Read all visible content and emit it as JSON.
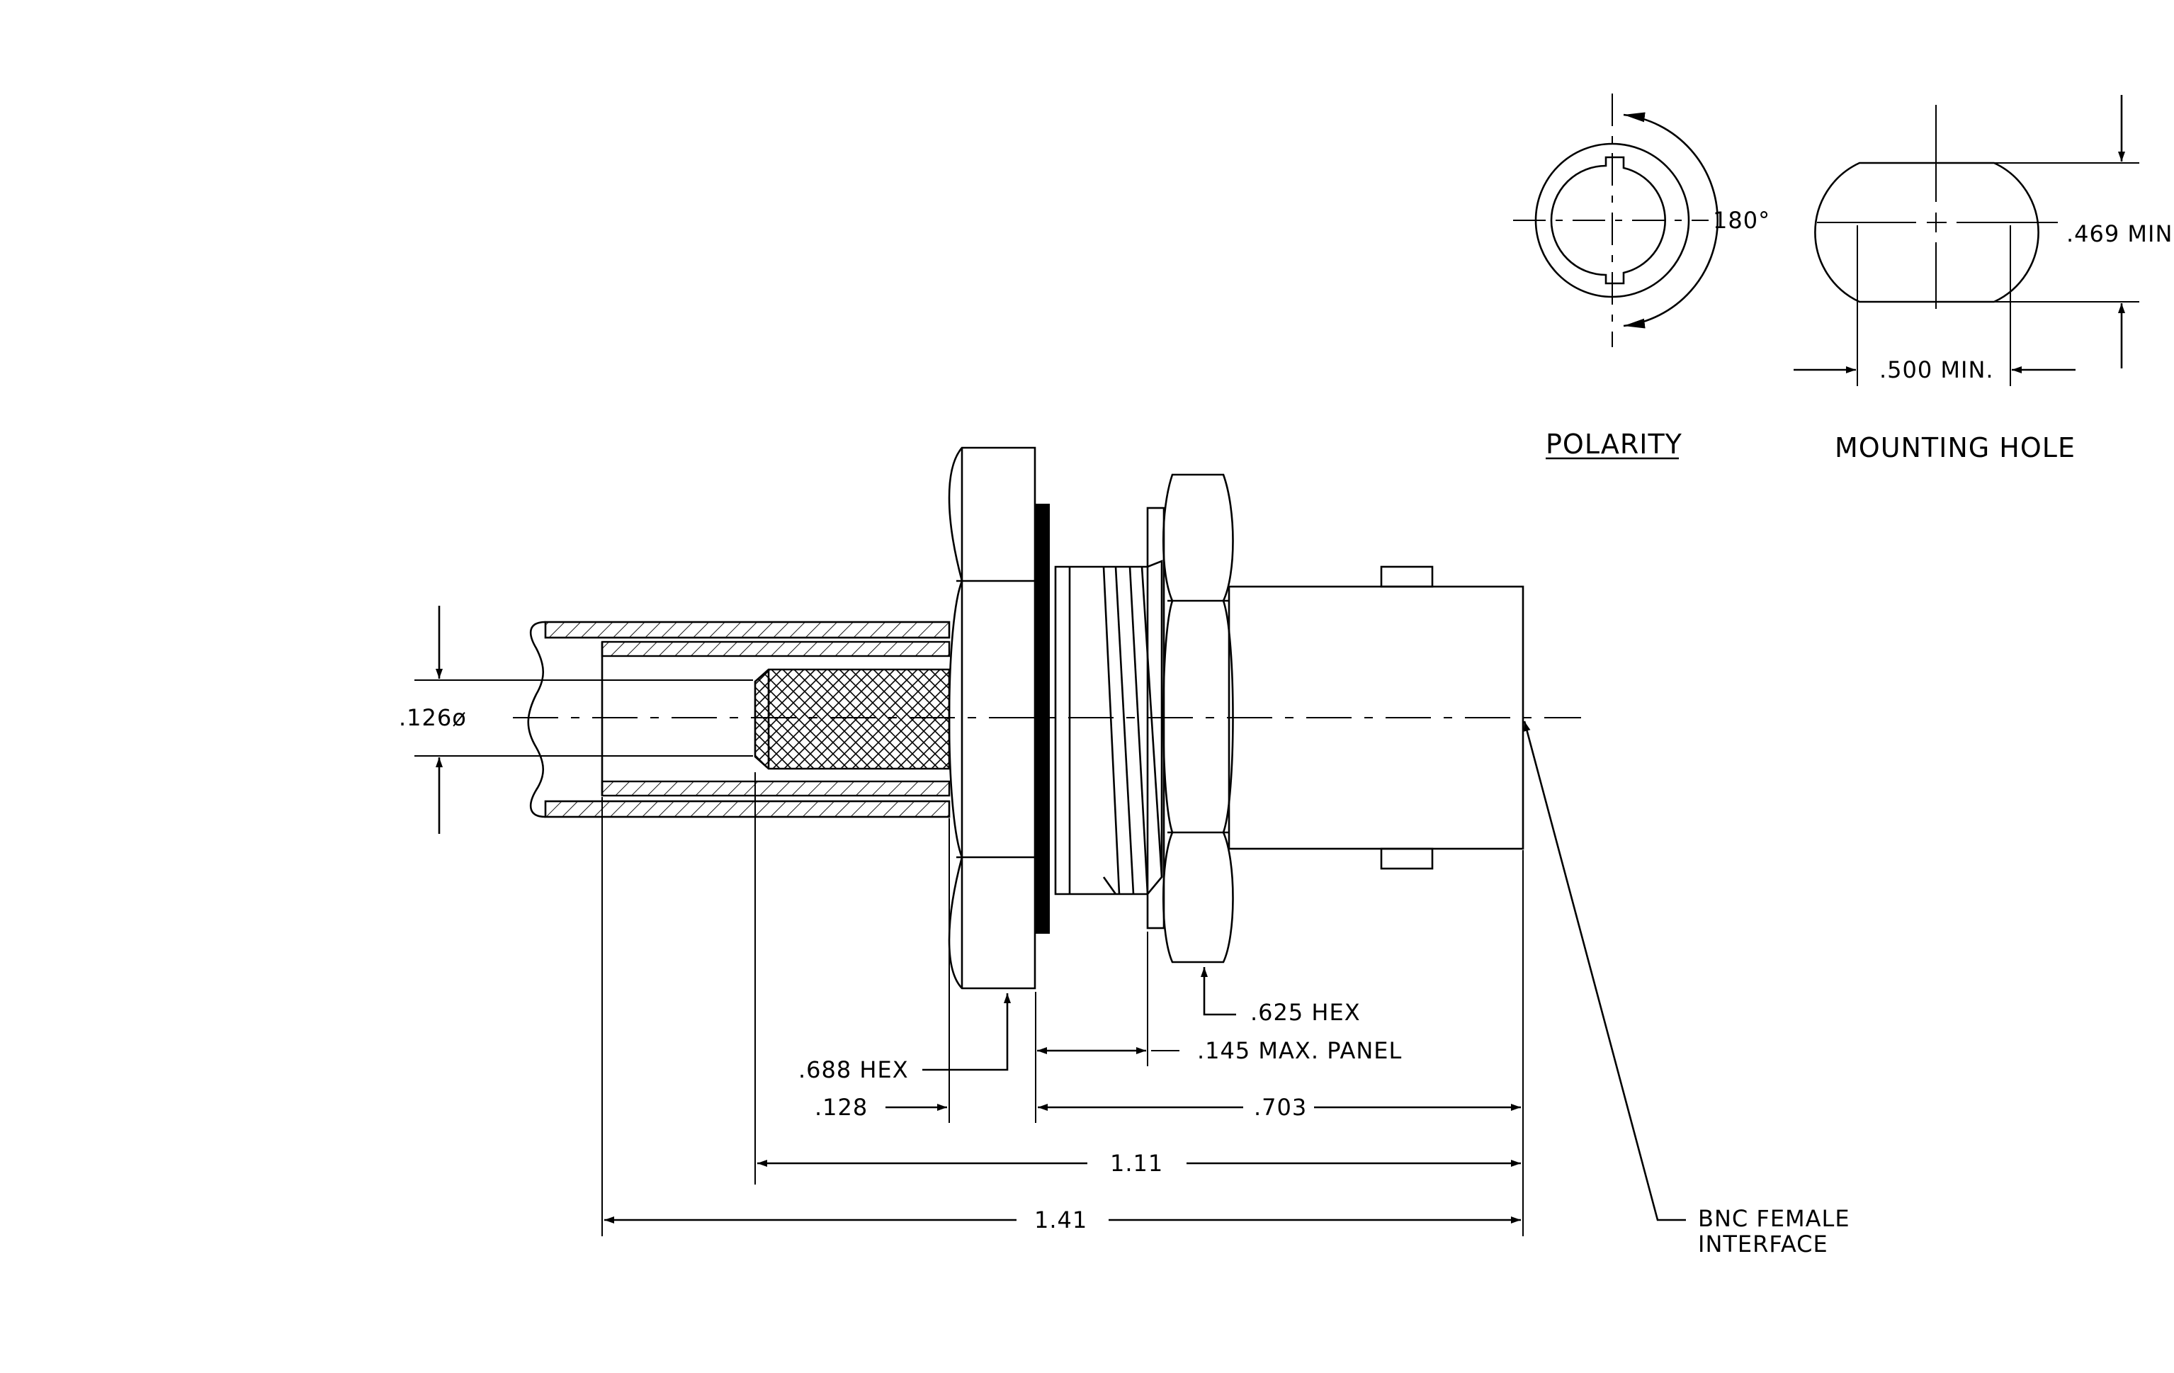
{
  "labels": {
    "polarity_title": "POLARITY",
    "mounting_title": "MOUNTING HOLE",
    "angle": "180°",
    "hole_width": ".500 MIN.",
    "hole_flat": ".469 MIN",
    "pin_dia": ".126ø",
    "hex_nut": ".625 HEX",
    "panel": ".145 MAX. PANEL",
    "hex_body": ".688 HEX",
    "dim_128": ".128",
    "dim_703": ".703",
    "dim_111": "1.11",
    "dim_141": "1.41",
    "bnc_line1": "BNC FEMALE",
    "bnc_line2": "INTERFACE"
  }
}
